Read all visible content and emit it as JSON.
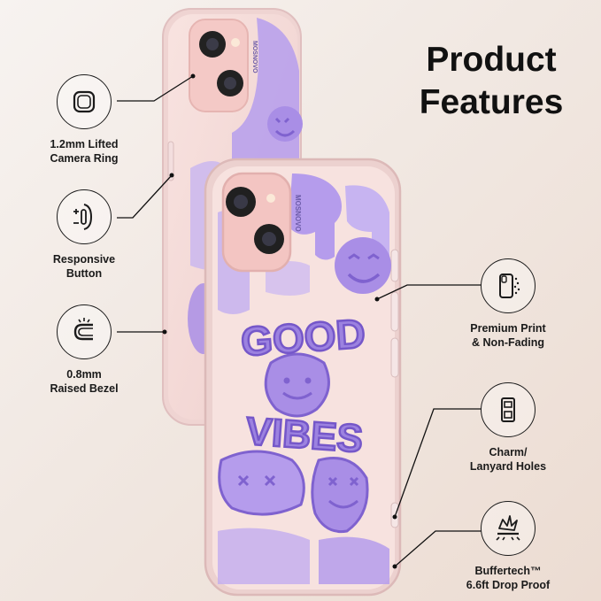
{
  "title": {
    "line1": "Product",
    "line2": "Features"
  },
  "case": {
    "brand": "MOSNOVO",
    "art_word_1": "GOOD",
    "art_word_2": "VIBES"
  },
  "features": [
    {
      "icon": "camera-ring-icon",
      "line1": "1.2mm Lifted",
      "line2": "Camera Ring"
    },
    {
      "icon": "responsive-button-icon",
      "line1": "Responsive",
      "line2": "Button"
    },
    {
      "icon": "raised-bezel-icon",
      "line1": "0.8mm",
      "line2": "Raised Bezel"
    },
    {
      "icon": "premium-print-icon",
      "line1": "Premium Print",
      "line2": "& Non-Fading"
    },
    {
      "icon": "lanyard-holes-icon",
      "line1": "Charm/",
      "line2": "Lanyard Holes"
    },
    {
      "icon": "drop-proof-icon",
      "line1": "Buffertech™",
      "line2": "6.6ft Drop Proof"
    }
  ],
  "colors": {
    "art_purple": "#a98ee6",
    "art_outline": "#7f62cf",
    "case_pink": "#f6d9d6",
    "phone_pink": "#f2c7c4",
    "icon_stroke": "#1b1b1b"
  }
}
